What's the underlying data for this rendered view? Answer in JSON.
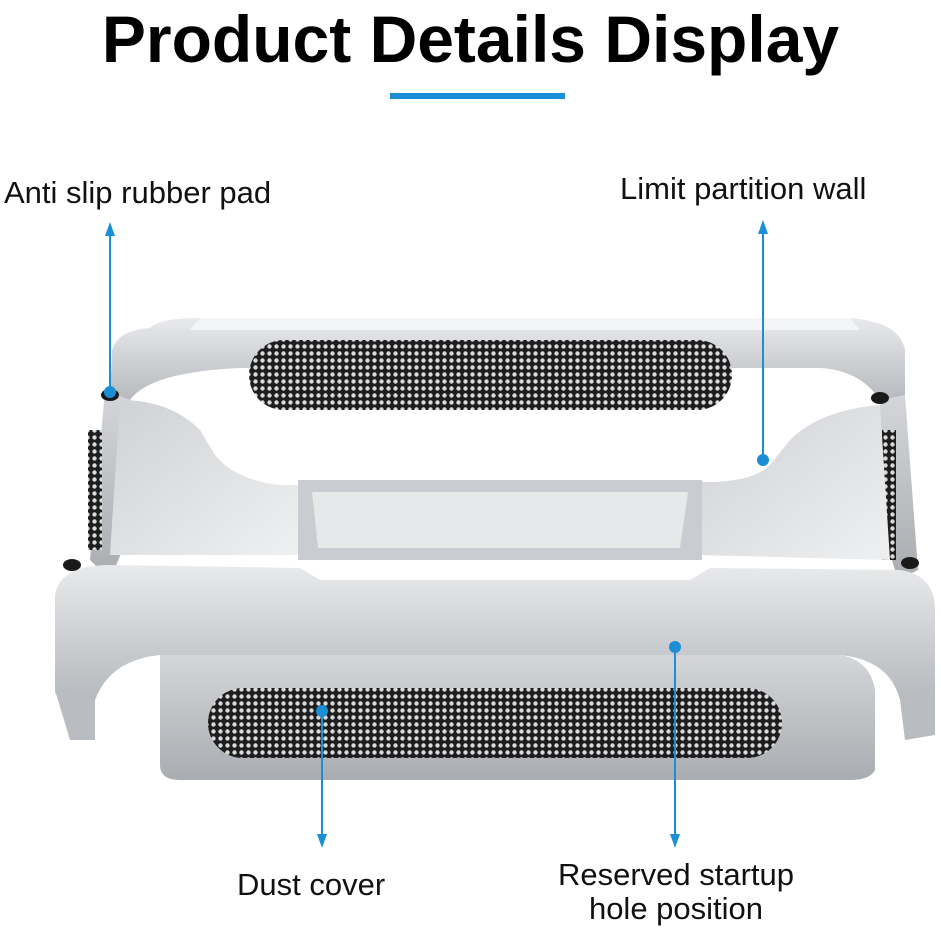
{
  "title": "Product Details Display",
  "colors": {
    "accent": "#1a8fd6",
    "metal": "#c8cbcf",
    "mesh": "#2a2a2a"
  },
  "callouts": {
    "anti_slip": "Anti slip rubber pad",
    "limit_wall": "Limit partition wall",
    "dust_cover": "Dust cover",
    "reserved_line1": "Reserved startup",
    "reserved_line2": "hole position"
  }
}
